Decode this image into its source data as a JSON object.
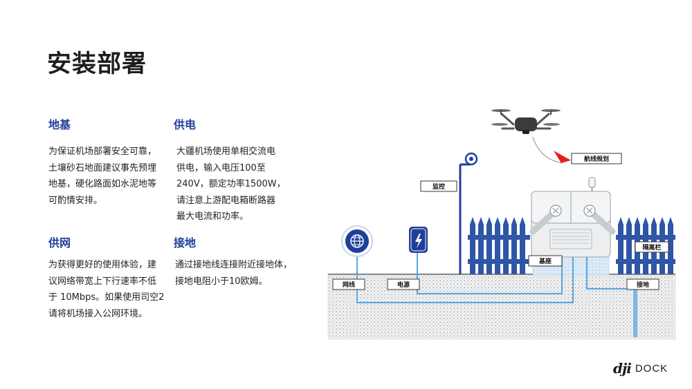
{
  "page": {
    "title": "安装部署"
  },
  "sections": {
    "foundation": {
      "heading": "地基",
      "body": "为保证机场部署安全可靠，\n土壤砂石地面建议事先预埋\n地基，硬化路面如水泥地等\n可酌情安排。"
    },
    "power": {
      "heading": "供电",
      "body": "大疆机场使用单相交流电\n供电，输入电压100至\n240V，额定功率1500W，\n请注意上游配电箱断路器\n最大电流和功率。"
    },
    "network": {
      "heading": "供网",
      "body": "为获得更好的使用体验，建\n议网络带宽上下行速率不低\n于 10Mbps。如果使用司空2\n请将机场接入公网环境。"
    },
    "grounding": {
      "heading": "接地",
      "body": "通过接地线连接附近接地体，\n接地电阻小于10欧姆。"
    }
  },
  "diagram": {
    "labels": {
      "route": "航线规划",
      "monitor": "监控",
      "fence": "隔离栏",
      "base": "基座",
      "network": "网线",
      "power": "电源",
      "ground": "接地"
    },
    "colors": {
      "accent": "#1e3f9c",
      "fence": "#2f56a6",
      "cable": "#5aa6dc",
      "route_arrow": "#e02020"
    },
    "icons": [
      "globe-icon",
      "power-socket-icon",
      "drone-icon",
      "camera-icon",
      "dock-icon"
    ]
  },
  "brand": {
    "mark": "dji",
    "word": "DOCK"
  }
}
